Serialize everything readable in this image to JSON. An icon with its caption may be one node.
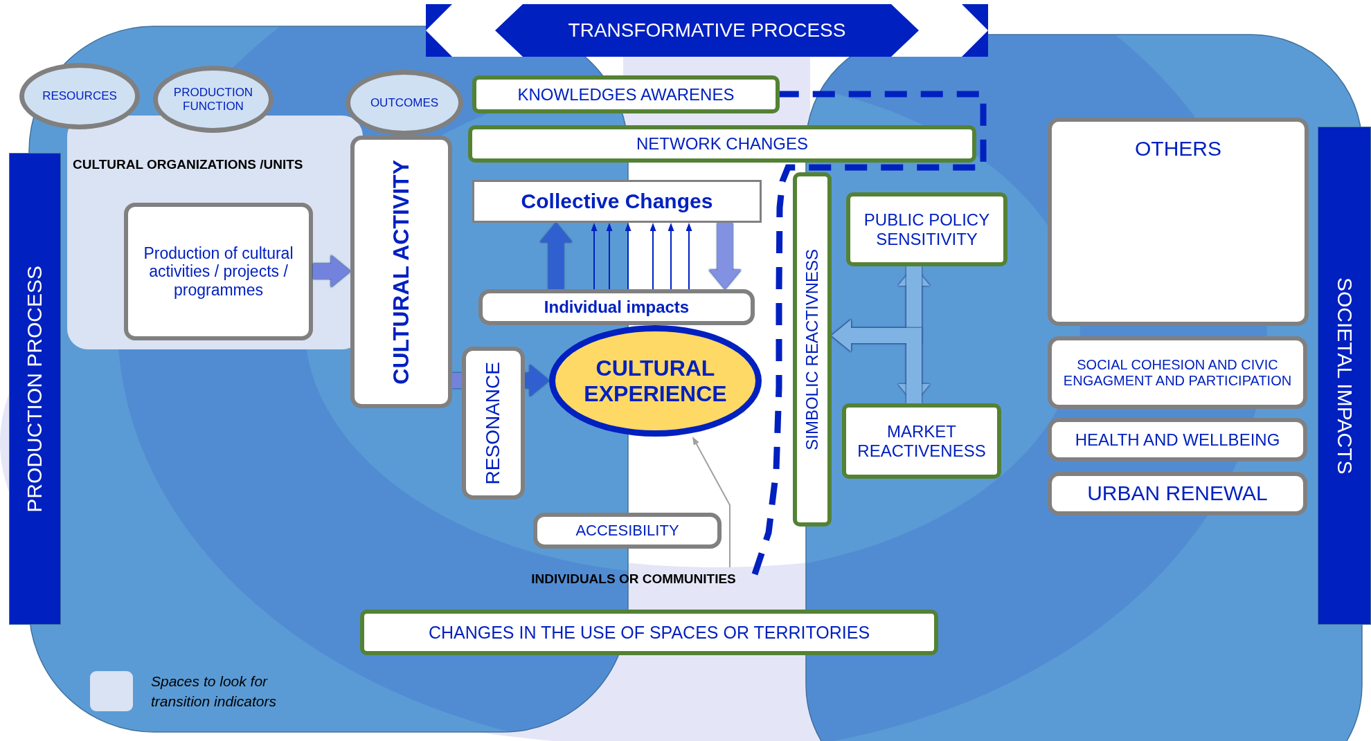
{
  "diagram": {
    "nodes": [
      {
        "text": [
          "TRANSFORMATIVE PROCESS"
        ]
      },
      {
        "text": [
          "PRODUCTION PROCESS"
        ]
      },
      {
        "text": [
          "RESOURCES"
        ]
      },
      {
        "text": [
          "PRODUCTION FUNCTION"
        ]
      },
      {
        "text": [
          "OUTCOMES"
        ]
      },
      {
        "text": [
          "KNOWLEDGES AWARENES"
        ]
      },
      {
        "text": [
          "NETWORK CHANGES"
        ]
      },
      {
        "text": [
          "CULTURAL ORGANIZATIONS /UNITS"
        ]
      },
      {
        "text": [
          "Production of cultural activities / projects / programmes"
        ],
        "in": 7
      },
      {
        "text": [
          "CULTURAL ACTIVITY"
        ]
      },
      {
        "text": [
          "Collective Changes"
        ]
      },
      {
        "text": [
          "SIMBOLIC REACTIVNESS"
        ]
      },
      {
        "text": [
          "PUBLIC POLICY SENSITIVITY"
        ]
      },
      {
        "text": [
          "OTHERS"
        ]
      },
      {
        "text": [
          "SOCIETAL IMPACTS"
        ]
      },
      {
        "text": [
          "Individual impacts"
        ]
      },
      {
        "text": [
          "RESONANCE"
        ]
      },
      {
        "text": [
          "CULTURAL EXPERIENCE"
        ]
      },
      {
        "text": [
          "SOCIAL COHESION AND CIVIC ENGAGMENT AND PARTICIPATION"
        ]
      },
      {
        "text": [
          "MARKET REACTIVENESS"
        ]
      },
      {
        "text": [
          "HEALTH AND WELLBEING"
        ]
      },
      {
        "text": [
          "URBAN RENEWAL"
        ]
      },
      {
        "text": [
          "ACCESIBILITY"
        ]
      },
      {
        "text": [
          "INDIVIDUALS OR COMMUNITIES"
        ]
      },
      {
        "text": [
          "CHANGES IN THE USE OF SPACES OR TERRITORIES"
        ]
      }
    ],
    "edges": [
      {
        "from": 8,
        "to": 9,
        "arrow": "to",
        "style": "thick",
        "color": "#7383dd"
      },
      {
        "from": 9,
        "to": 16,
        "arrow": "none",
        "style": "thick",
        "color": "#7383dd"
      },
      {
        "from": 16,
        "to": 17,
        "arrow": "to",
        "style": "thick",
        "color": "#3060d0"
      },
      {
        "from": 15,
        "to": 10,
        "arrow": "to",
        "style": "thick",
        "color": "#3060d0"
      },
      {
        "from": 15,
        "to": 10,
        "arrow": "to"
      },
      {
        "from": 15,
        "to": 10,
        "arrow": "to"
      },
      {
        "from": 15,
        "to": 10,
        "arrow": "to"
      },
      {
        "from": 15,
        "to": 10,
        "arrow": "to"
      },
      {
        "from": 15,
        "to": 10,
        "arrow": "to"
      },
      {
        "from": 15,
        "to": 10,
        "arrow": "to"
      },
      {
        "from": 10,
        "to": 15,
        "arrow": "to",
        "style": "thick",
        "color": "#8391e2"
      },
      {
        "from": 12,
        "to": 19,
        "arrow": "both",
        "style": "thick",
        "color": "#7fb3e3"
      },
      {
        "from": 12,
        "to": 11,
        "arrow": "to",
        "style": "thick",
        "color": "#7fb3e3"
      },
      {
        "from": 19,
        "to": 11,
        "arrow": "to",
        "style": "thick",
        "color": "#7fb3e3"
      },
      {
        "from": 23,
        "to": 17,
        "arrow": "to",
        "color": "#a0a0a0"
      },
      {
        "from": 23,
        "to": 5,
        "arrow": "none",
        "style": "dashed"
      }
    ],
    "legend": [
      {
        "text": "Spaces to look for transition indicators",
        "color": "#dae3f3"
      }
    ]
  }
}
